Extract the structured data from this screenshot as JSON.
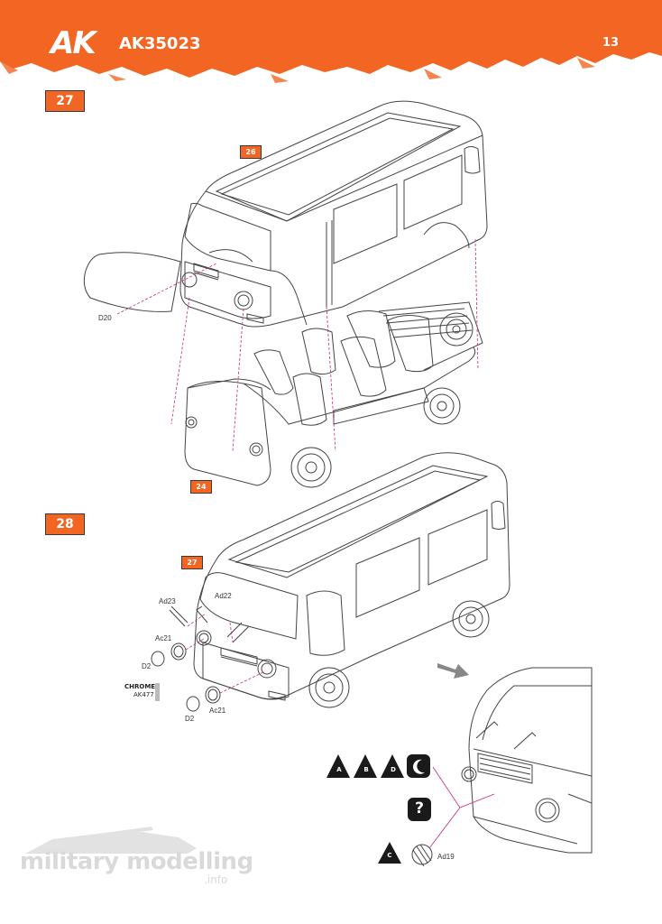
{
  "header": {
    "brand": "AK",
    "code": "AK35023",
    "page_number": "13",
    "color": "#f26522"
  },
  "steps": {
    "step27": "27",
    "step27_ref26": "26",
    "step27_ref24": "24",
    "step28": "28",
    "step28_ref27": "27"
  },
  "labels": {
    "d20": "D20",
    "ad23": "Ad23",
    "ad22": "Ad22",
    "ac21_top": "Ac21",
    "d2_top": "D2",
    "ac21_bottom": "Ac21",
    "d2_bottom": "D2",
    "ad19": "Ad19"
  },
  "chrome": {
    "title": "CHROME",
    "code": "AK477"
  },
  "paint_icons": {
    "a": "A",
    "b": "B",
    "d": "D",
    "c": "C",
    "question": "?"
  },
  "watermark": {
    "main": "military modelling",
    "sub": ".info"
  }
}
